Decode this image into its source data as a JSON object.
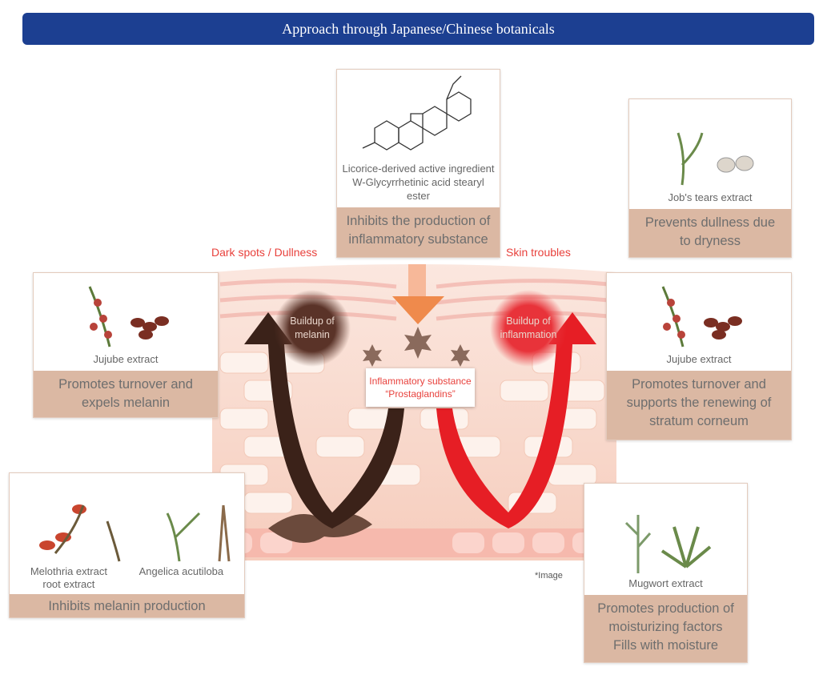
{
  "title": "Approach through Japanese/Chinese botanicals",
  "labels": {
    "left": "Dark spots / Dullness",
    "right": "Skin troubles",
    "note": "*Image"
  },
  "center": {
    "bubble_melanin": "Buildup of melanin",
    "bubble_inflammation": "Buildup of inflammation",
    "substance_line1": "Inflammatory substance",
    "substance_line2": "“Prostaglandins”"
  },
  "cards": {
    "licorice": {
      "caption1": "Licorice-derived active ingredient",
      "caption2": "W-Glycyrrhetinic acid stearyl ester",
      "effect1": "Inhibits the production of",
      "effect2": "inflammatory substance"
    },
    "jobs_tears": {
      "caption": "Job's tears extract",
      "effect1": "Prevents dullness due",
      "effect2": "to dryness"
    },
    "jujube_left": {
      "caption": "Jujube extract",
      "effect1": "Promotes turnover and",
      "effect2": "expels melanin"
    },
    "jujube_right": {
      "caption": "Jujube extract",
      "effect1": "Promotes turnover and",
      "effect2": "supports the renewing of",
      "effect3": "stratum corneum"
    },
    "melothria": {
      "caption1a": "Melothria extract",
      "caption1b": "root extract",
      "caption2": "Angelica acutiloba",
      "effect": "Inhibits melanin production"
    },
    "mugwort": {
      "caption": "Mugwort extract",
      "effect1": "Promotes production of",
      "effect2": "moisturizing factors",
      "effect3": "Fills with moisture"
    }
  }
}
